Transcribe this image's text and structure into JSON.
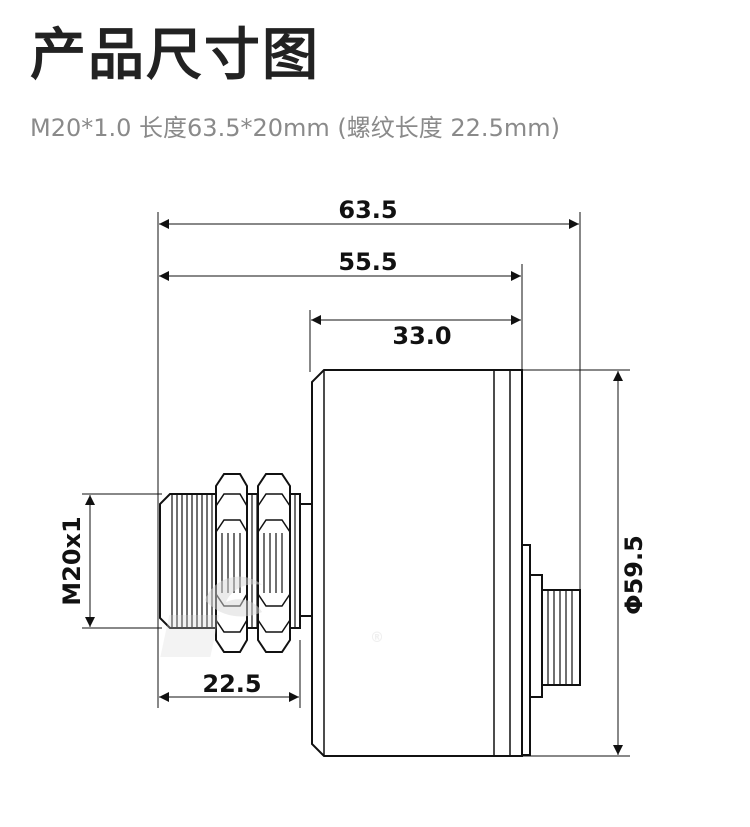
{
  "header": {
    "title": "产品尺寸图",
    "subtitle": "M20*1.0 长度63.5*20mm  (螺纹长度 22.5mm)"
  },
  "dimensions": {
    "overall_length": "63.5",
    "body_to_thread_start": "55.5",
    "body_length": "33.0",
    "thread_length": "22.5",
    "thread_spec": "M20x1",
    "body_diameter": "Φ59.5"
  },
  "watermark": {
    "text": "®"
  },
  "colors": {
    "ink": "#111111",
    "title": "#222222",
    "subtitle": "#8a8a8a",
    "watermark": "#d8d8d8"
  }
}
